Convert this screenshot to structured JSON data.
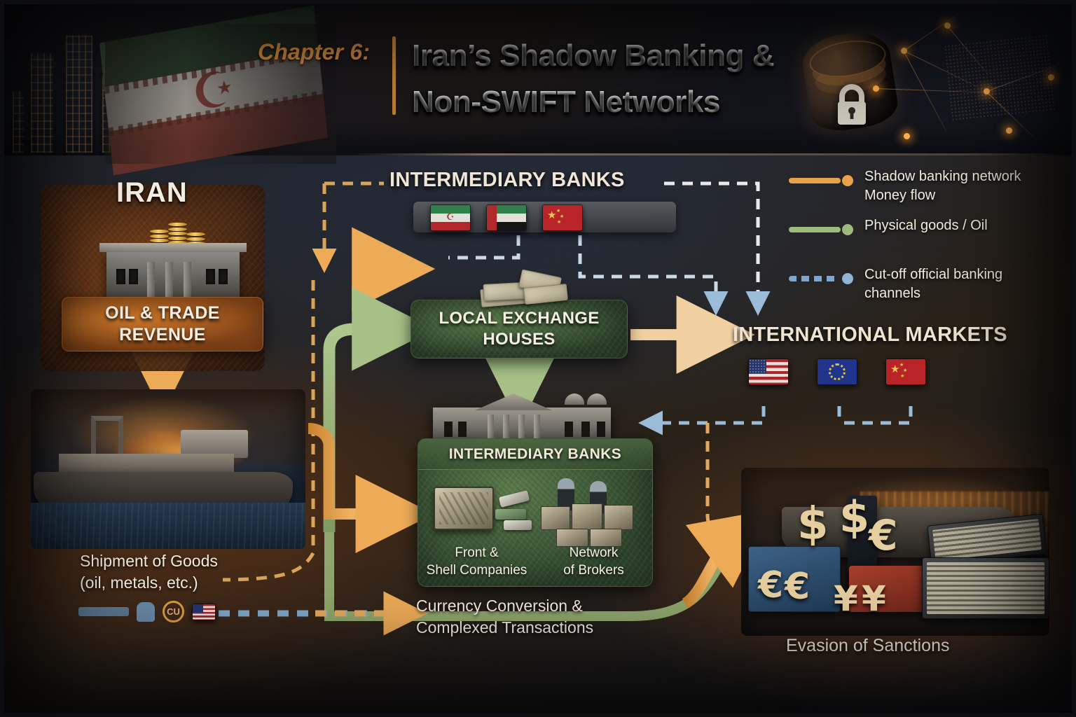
{
  "header": {
    "chapter_label": "Chapter 6:",
    "title_line1": "Iran’s Shadow Banking &",
    "title_line2": "Non-SWIFT Networks",
    "icons": {
      "barrel": "oil-barrel-icon",
      "lock": "padlock-icon",
      "network": "network-nodes-icon"
    }
  },
  "legend": {
    "items": [
      {
        "label": "Shadow banking network\nMoney flow",
        "color": "#e8a24c",
        "style": "solid"
      },
      {
        "label": "Physical goods / Oil",
        "color": "#9dba7c",
        "style": "solid"
      },
      {
        "label": "Cut-off official banking\nchannels",
        "color": "#8fb4d4",
        "style": "dashed"
      }
    ]
  },
  "nodes": {
    "iran": {
      "label": "IRAN"
    },
    "oil_trade_revenue": {
      "label": "OIL & TRADE\nREVENUE",
      "color": "#b4641f"
    },
    "intermediary_banks_top": {
      "label": "INTERMEDIARY BANKS",
      "flags": [
        "iran-flag",
        "uae-flag",
        "china-flag"
      ]
    },
    "local_exchange_houses": {
      "label": "LOCAL EXCHANGE\nHOUSES",
      "color": "#4a6b45"
    },
    "intermediary_banks_lower": {
      "label": "INTERMEDIARY BANKS",
      "columns": [
        {
          "caption": "Front &\nShell Companies",
          "icon": "cash-crate-icon"
        },
        {
          "caption": "Network\nof Brokers",
          "icon": "brokers-icon"
        }
      ]
    },
    "international_markets": {
      "label": "INTERNATIONAL MARKETS",
      "flags": [
        "us-flag",
        "eu-flag",
        "china-flag"
      ]
    },
    "evasion_of_sanctions": {
      "label": "Evasion of Sanctions",
      "currency_symbols": [
        "$",
        "$",
        "€",
        "€",
        "€",
        "¥",
        "¥"
      ]
    }
  },
  "flow_labels": {
    "shipment_of_goods": "Shipment of Goods\n(oil, metals, etc.)",
    "currency_conversion": "Currency Conversion &\nComplexed Transactions",
    "micro_badge": "CU"
  },
  "colors": {
    "orange": "#e8a24c",
    "orange_deep": "#d9832c",
    "green": "#9dba7c",
    "blue": "#8fb4d4",
    "panel_rust": "#b4641f",
    "panel_green": "#4a6b45",
    "text_cream": "#f3ece0"
  }
}
